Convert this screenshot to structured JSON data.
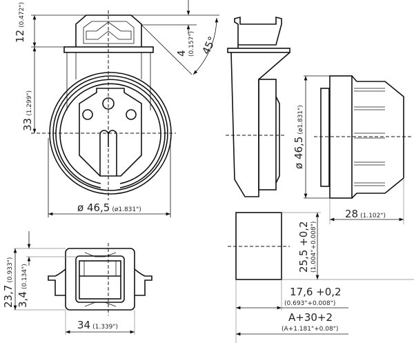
{
  "dimensions": {
    "latch_height": {
      "value": "12",
      "inch": "(0.472\")"
    },
    "center_height": {
      "value": "33",
      "inch": "(1.299\")"
    },
    "front_diameter": {
      "value": "ø 46,5",
      "inch": "(ø1.831\")"
    },
    "offset": {
      "value": "4",
      "inch": "(0.157\")"
    },
    "angle": {
      "value": "45°"
    },
    "side_diameter": {
      "value": "ø 46,5",
      "inch": "(ø1.831\")"
    },
    "depth": {
      "value": "28",
      "inch": "(1.102\")"
    },
    "bottom_height": {
      "value": "23,7",
      "inch": "(0.933\")"
    },
    "bottom_offset": {
      "value": "3,4",
      "inch": "(0.134\")"
    },
    "bottom_width": {
      "value": "34",
      "inch": "(1.339\")"
    },
    "cutout_height": {
      "value": "25,5 +0,2",
      "inch": "(1.004\"+0.008\")"
    },
    "cutout_width": {
      "value": "17,6 +0,2",
      "inch": "(0.693\"+0.008\")"
    },
    "panel_spacing": {
      "value": "A+30+2",
      "inch": "(A+1.181\"+0.08\")"
    }
  }
}
